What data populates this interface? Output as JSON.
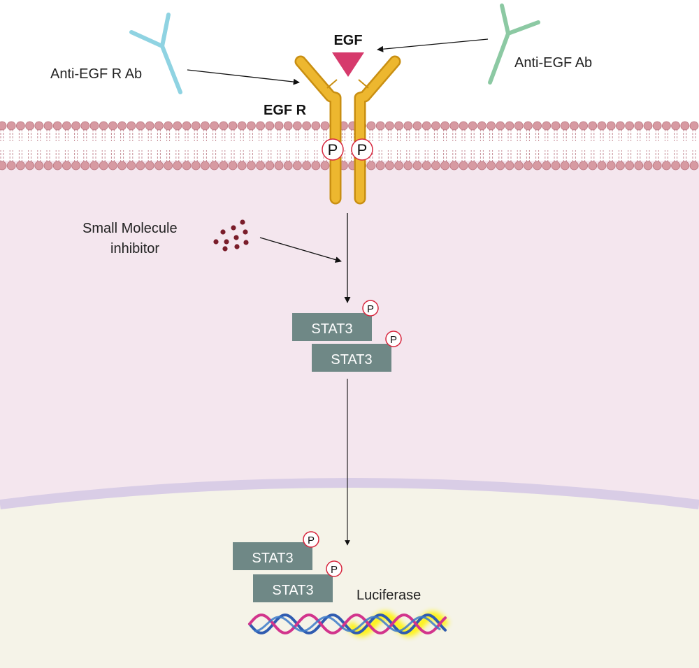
{
  "labels": {
    "egf": "EGF",
    "egf_receptor": "EGF R",
    "anti_egf_receptor_antibody": "Anti-EGF R Ab",
    "anti_egf_antibody": "Anti-EGF Ab",
    "small_molecule_line1": "Small Molecule",
    "small_molecule_line2": "inhibitor",
    "stat3": "STAT3",
    "phospho": "P",
    "luciferase": "Luciferase"
  },
  "colors": {
    "extracellular": "#ffffff",
    "cytoplasm": "#f4e6ee",
    "nuclear_envelope": "#d9cde6",
    "nucleus": "#f5f3e8",
    "membrane_head": "#d79aa2",
    "receptor": "#e9b42f",
    "egf": "#d63a6c",
    "anti_egf_receptor_antibody": "#8fd3e2",
    "anti_egf_antibody": "#8cc9a3",
    "inhibitor": "#7a1d2a",
    "stat3_box": "#6f8886",
    "phospho_ring": "#d7263d",
    "dna_blue": "#2f5bb0",
    "dna_pink": "#d2348c",
    "dna_glow": "#fff200"
  }
}
